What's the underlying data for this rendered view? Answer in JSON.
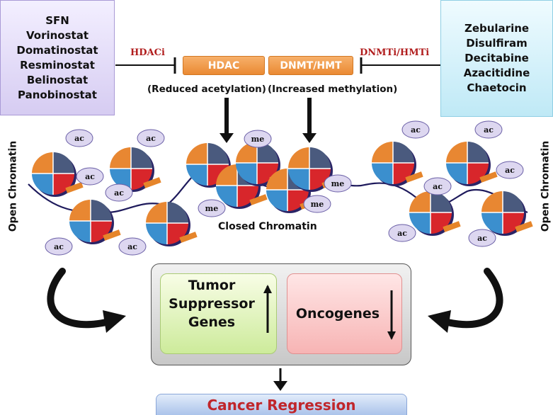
{
  "inhibitors_hdac": {
    "label": "HDACi",
    "drugs": [
      "SFN",
      "Vorinostat",
      "Domatinostat",
      "Resminostat",
      "Belinostat",
      "Panobinostat"
    ]
  },
  "inhibitors_dnmt": {
    "label": "DNMTi/HMTi",
    "drugs": [
      "Zebularine",
      "Disulfiram",
      "Decitabine",
      "Azacitidine",
      "Chaetocin"
    ]
  },
  "enzymes": {
    "hdac": "HDAC",
    "dnmt": "DNMT/HMT"
  },
  "effects": {
    "hdac": "(Reduced acetylation)",
    "dnmt": "(Increased methylation)"
  },
  "chromatin": {
    "open_left": "Open Chromatin",
    "open_right": "Open Chromatin",
    "closed": "Closed Chromatin",
    "acetyl_tag": "ac",
    "methyl_tag": "me"
  },
  "genes": {
    "tumor_suppressor": "Tumor Suppressor Genes",
    "tumor_suppressor_lines": [
      "Tumor",
      "Suppressor",
      "Genes"
    ],
    "tumor_suppressor_trend": "up",
    "oncogenes": "Oncogenes",
    "oncogenes_trend": "down"
  },
  "outcome": "Cancer Regression",
  "colors": {
    "histone_dark": "#4a5a7e",
    "histone_orange": "#e88732",
    "histone_blue": "#3b8fce",
    "histone_red": "#d8262b",
    "histone_outline": "#2a2466",
    "linker_tab": "#e6852a",
    "tag_fill": "#ddd7f0",
    "inhibitor_red": "#b11e1e",
    "outcome_red": "#c0262b"
  }
}
